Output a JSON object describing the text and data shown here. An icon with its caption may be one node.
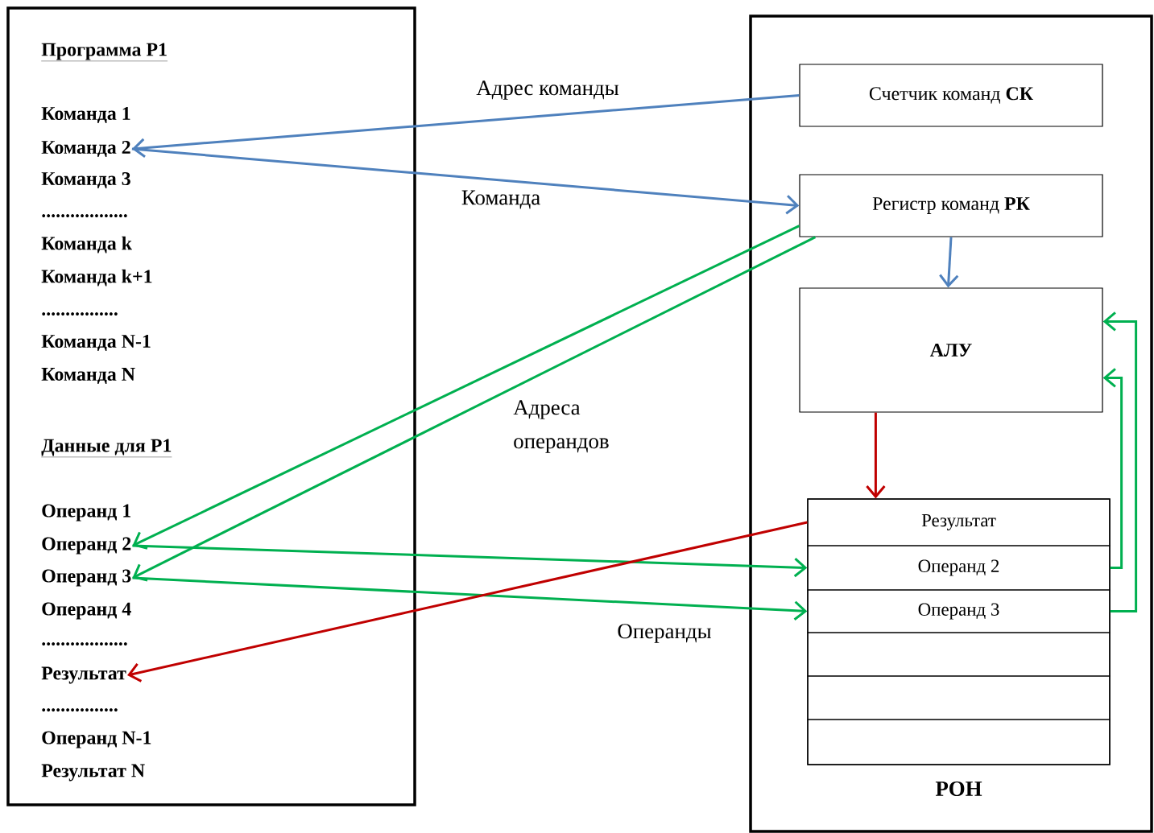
{
  "diagram": {
    "nodes": [
      {
        "text": [],
        "shape": "box"
      },
      {
        "text": [
          "Программа P1"
        ],
        "in": 0
      },
      {
        "text": [
          "Команда 1"
        ],
        "in": 0
      },
      {
        "text": [
          "Команда 2"
        ],
        "in": 0
      },
      {
        "text": [
          "Команда 3"
        ],
        "in": 0
      },
      {
        "text": [
          ".................."
        ],
        "in": 0
      },
      {
        "text": [
          "Команда k"
        ],
        "in": 0
      },
      {
        "text": [
          "Команда k+1"
        ],
        "in": 0
      },
      {
        "text": [
          "................"
        ],
        "in": 0
      },
      {
        "text": [
          "Команда N-1"
        ],
        "in": 0
      },
      {
        "text": [
          "Команда N"
        ],
        "in": 0
      },
      {
        "text": [
          "Данные для P1"
        ],
        "in": 0
      },
      {
        "text": [
          "Операнд 1"
        ],
        "in": 0
      },
      {
        "text": [
          "Операнд 2"
        ],
        "in": 0
      },
      {
        "text": [
          "Операнд 3"
        ],
        "in": 0
      },
      {
        "text": [
          "Операнд 4"
        ],
        "in": 0
      },
      {
        "text": [
          ".................."
        ],
        "in": 0
      },
      {
        "text": [
          "Результат"
        ],
        "in": 0
      },
      {
        "text": [
          "................"
        ],
        "in": 0
      },
      {
        "text": [
          "Операнд N-1"
        ],
        "in": 0
      },
      {
        "text": [
          "Результат N"
        ],
        "in": 0
      },
      {
        "text": [],
        "shape": "box"
      },
      {
        "text": [
          "Счетчик команд **СК**"
        ],
        "in": 21
      },
      {
        "text": [
          "Регистр команд **РК**"
        ],
        "in": 21
      },
      {
        "text": [
          "АЛУ"
        ],
        "in": 21
      },
      {
        "text": [
          "РОН"
        ],
        "in": 21
      },
      {
        "text": [
          "Результат"
        ],
        "in": 25
      },
      {
        "text": [
          "Операнд 2"
        ],
        "in": 25
      },
      {
        "text": [
          "Операнд 3"
        ],
        "in": 25
      },
      {
        "text": [],
        "shape": "box",
        "in": 25
      },
      {
        "text": [],
        "shape": "box",
        "in": 25
      },
      {
        "text": [],
        "shape": "box",
        "in": 25
      }
    ],
    "edges": [
      {
        "from": 22,
        "to": 3,
        "arrow": "to",
        "color": "#4f81bd",
        "label": "Адрес команды"
      },
      {
        "from": 3,
        "to": 23,
        "arrow": "to",
        "color": "#4f81bd",
        "label": "Команда"
      },
      {
        "from": 23,
        "to": 13,
        "arrow": "to"
      },
      {
        "from": 23,
        "to": 14,
        "arrow": "to",
        "label": "Адреса операндов"
      },
      {
        "from": 13,
        "to": 27,
        "arrow": "to"
      },
      {
        "from": 14,
        "to": 28,
        "arrow": "to",
        "label": "Операнды"
      },
      {
        "from": 24,
        "to": 26,
        "arrow": "to",
        "color": "#c00000"
      },
      {
        "from": 26,
        "to": 17,
        "arrow": "to",
        "color": "#c00000"
      },
      {
        "from": 27,
        "to": 24,
        "arrow": "to"
      },
      {
        "from": 28,
        "to": 24,
        "arrow": "to"
      },
      {
        "from": 23,
        "to": 24,
        "arrow": "to",
        "color": "#4f81bd"
      }
    ]
  }
}
